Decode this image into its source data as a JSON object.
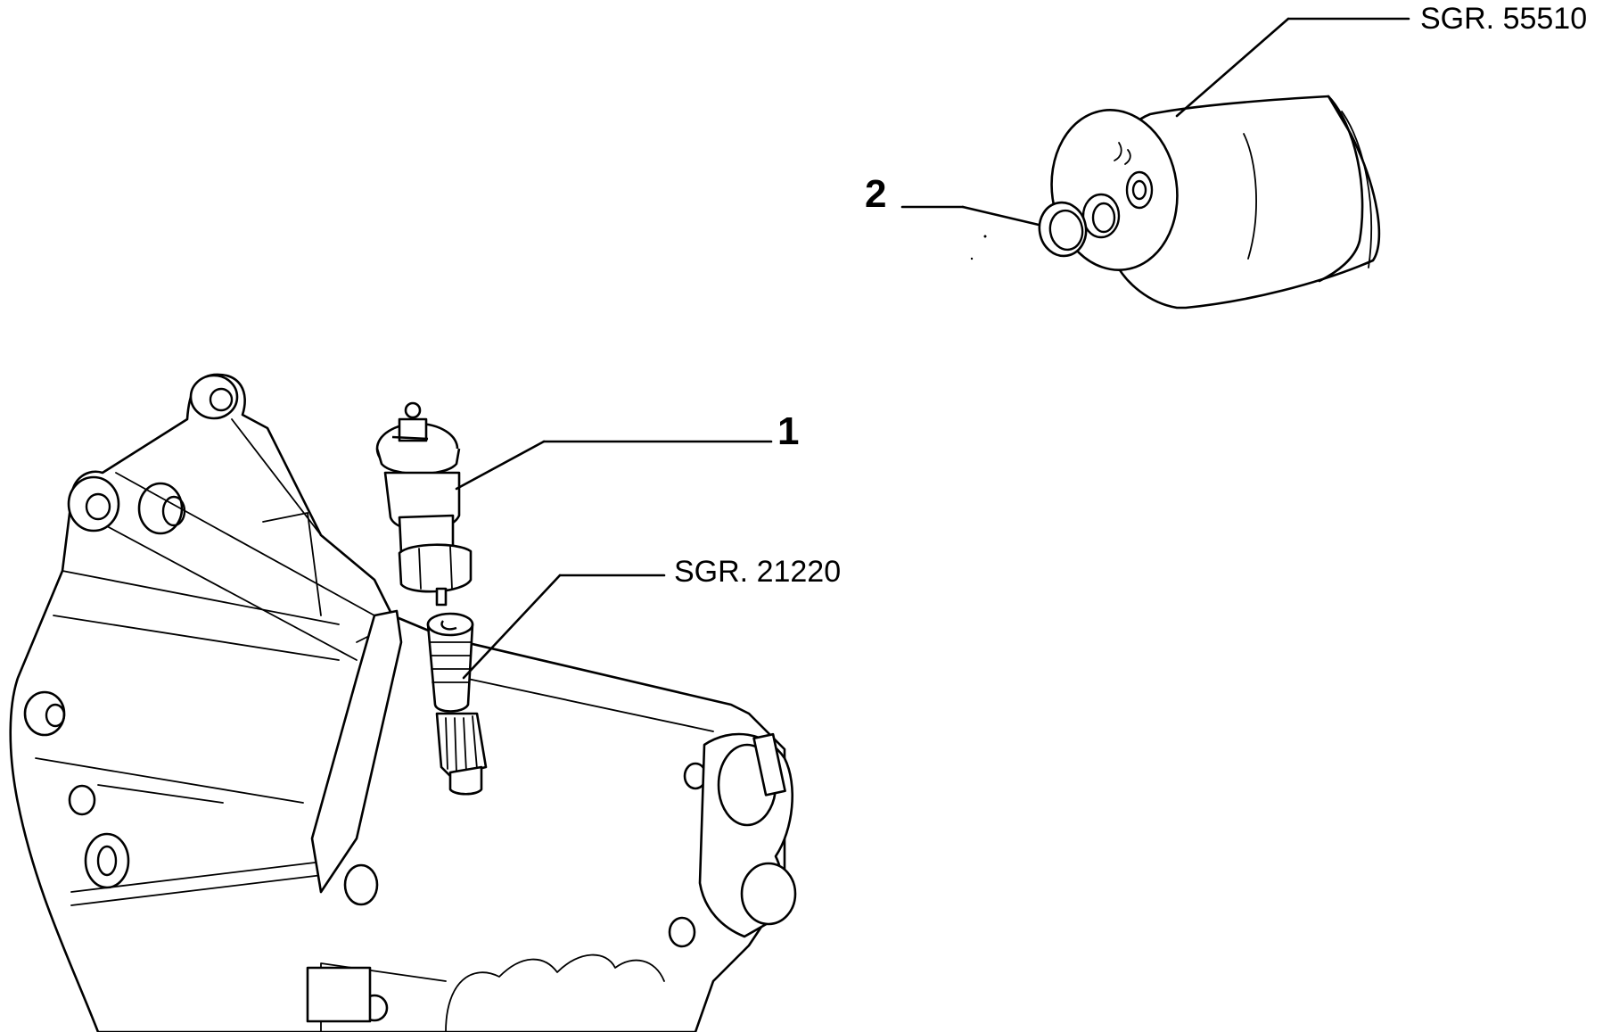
{
  "diagram": {
    "labels": {
      "part_1": "1",
      "part_2": "2",
      "ref_speed_sensor": "SGR. 21220",
      "ref_cover": "SGR. 55510"
    }
  }
}
